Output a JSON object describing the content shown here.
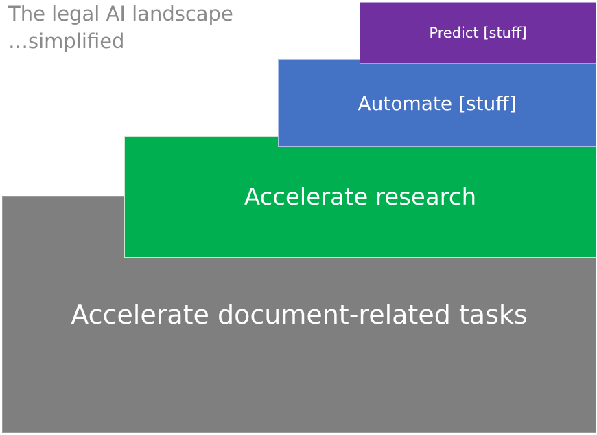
{
  "title": {
    "line1": "The legal AI landscape",
    "line2": "…simplified"
  },
  "steps": [
    {
      "label": "Accelerate document-related tasks",
      "color": "#7f7f7f"
    },
    {
      "label": "Accelerate research",
      "color": "#00b050"
    },
    {
      "label": "Automate [stuff]",
      "color": "#4472c4"
    },
    {
      "label": "Predict [stuff]",
      "color": "#7030a0"
    }
  ],
  "colors": {
    "title_text": "#8a8a8a",
    "label_text": "#ffffff",
    "background": "#ffffff"
  }
}
